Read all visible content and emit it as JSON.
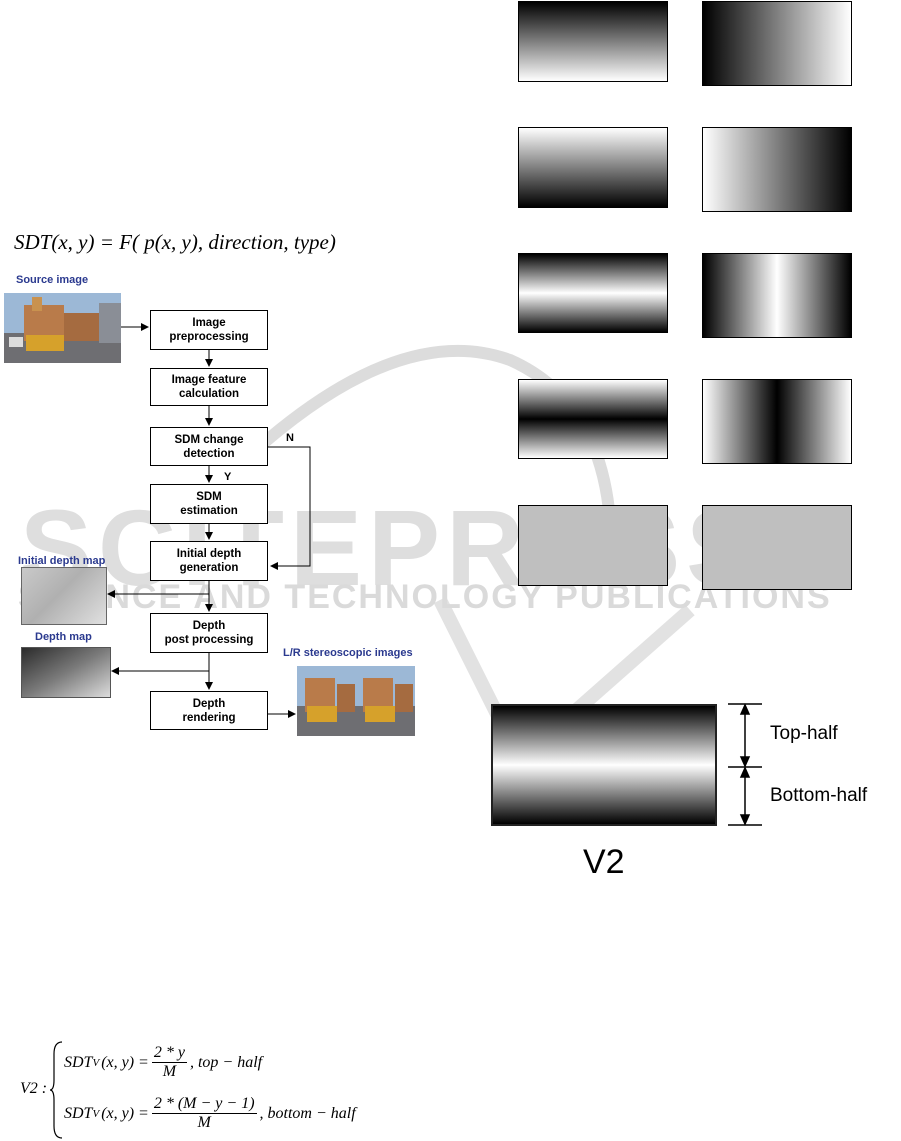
{
  "equation_main": "SDT(x, y) = F( p(x, y), direction, type)",
  "labels": {
    "source": "Source image",
    "initial_depth_map": "Initial depth map",
    "depth_map": "Depth map",
    "stereo": "L/R stereoscopic images"
  },
  "boxes": [
    {
      "line1": "Image",
      "line2": "preprocessing"
    },
    {
      "line1": "Image feature",
      "line2": "calculation"
    },
    {
      "line1": "SDM change",
      "line2": "detection"
    },
    {
      "line1": "SDM",
      "line2": "estimation"
    },
    {
      "line1": "Initial depth",
      "line2": "generation"
    },
    {
      "line1": "Depth",
      "line2": "post processing"
    },
    {
      "line1": "Depth",
      "line2": "rendering"
    }
  ],
  "branch": {
    "no": "N",
    "yes": "Y"
  },
  "watermark": {
    "big": "SCITEPRESS",
    "sub": "SCIENCE AND TECHNOLOGY PUBLICATIONS"
  },
  "v2": {
    "top": "Top-half",
    "bottom": "Bottom-half",
    "caption": "V2"
  },
  "formula": {
    "prefix": "V2 :",
    "line1_lhs": "SDT",
    "sub": "V",
    "line1_args": "(x, y) =",
    "line1_num": "2 * y",
    "line1_den": "M",
    "line1_suffix": ", top − half",
    "line2_num": "2 * (M − y − 1)",
    "line2_den": "M",
    "line2_suffix": ", bottom − half"
  }
}
